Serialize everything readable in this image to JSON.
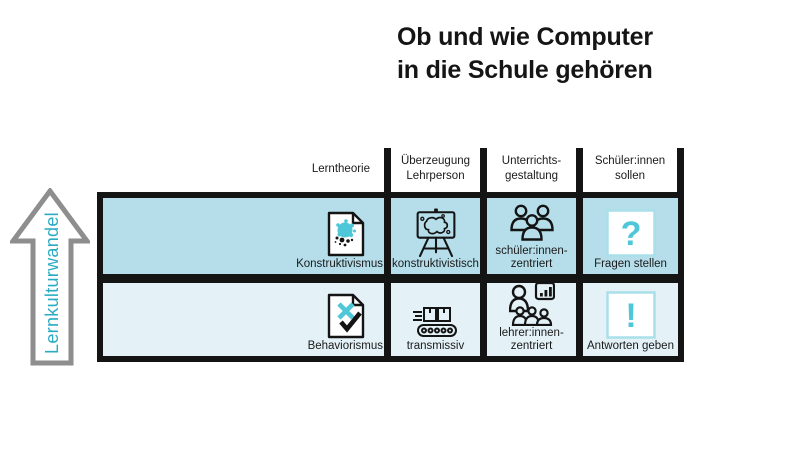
{
  "title": {
    "text": "Ob und wie Computer\nin die Schule gehören"
  },
  "arrow": {
    "label": "Lernkulturwandel"
  },
  "matrix": {
    "columns": [
      {
        "label": "Lerntheorie"
      },
      {
        "label": "Überzeugung\nLehrperson"
      },
      {
        "label": "Unterrichts-\ngestaltung"
      },
      {
        "label": "Schüler:innen\nsollen"
      }
    ],
    "rows": [
      {
        "name": "konstruktivismus-row",
        "cells": [
          {
            "label": "Konstruktivismus",
            "icon": "document-paint-splatter-icon"
          },
          {
            "label": "konstruktivistisch",
            "icon": "easel-painting-icon"
          },
          {
            "label": "schüler:innen-\nzentriert",
            "icon": "student-group-icon"
          },
          {
            "label": "Fragen stellen",
            "icon": "question-mark-card-icon",
            "glyph": "?"
          }
        ]
      },
      {
        "name": "behaviorismus-row",
        "cells": [
          {
            "label": "Behaviorismus",
            "icon": "document-crossed-check-icon"
          },
          {
            "label": "transmissiv",
            "icon": "conveyor-belt-icon"
          },
          {
            "label": "lehrer:innen-\nzentriert",
            "icon": "teacher-presentation-icon"
          },
          {
            "label": "Antworten geben",
            "icon": "exclamation-mark-card-icon",
            "glyph": "!"
          }
        ]
      }
    ]
  },
  "colors": {
    "row1_bg": "#b5deea",
    "row2_bg": "#e4f2f8",
    "accent": "#4ec8d8",
    "accent_dark": "#2aabc4",
    "card_border": "#a9dfe9",
    "arrow_gray": "#8e8e8e",
    "ink": "#141414"
  }
}
